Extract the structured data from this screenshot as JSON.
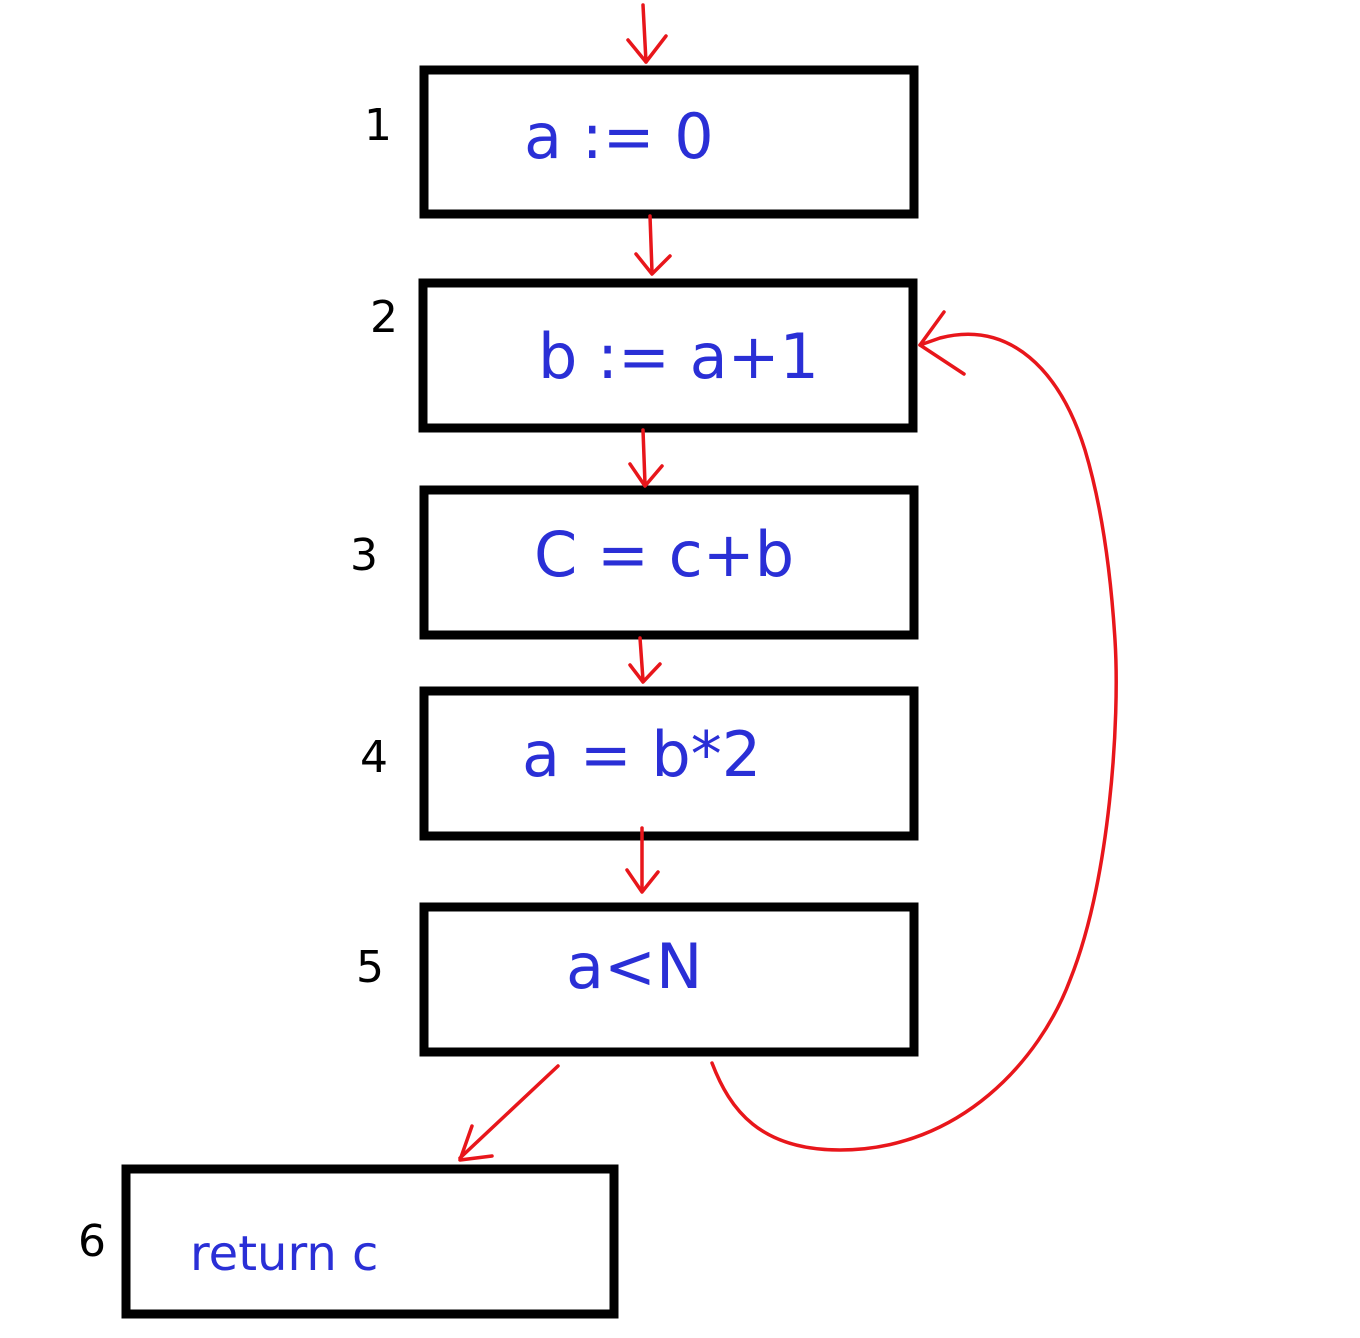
{
  "blocks": [
    {
      "id": "1",
      "label": "1",
      "code": "a := 0"
    },
    {
      "id": "2",
      "label": "2",
      "code": "b := a+1"
    },
    {
      "id": "3",
      "label": "3",
      "code": "C = c+b"
    },
    {
      "id": "4",
      "label": "4",
      "code": "a = b*2"
    },
    {
      "id": "5",
      "label": "5",
      "code": "a<N"
    },
    {
      "id": "6",
      "label": "6",
      "code": "return c"
    }
  ],
  "edges": [
    {
      "from": "entry",
      "to": "1"
    },
    {
      "from": "1",
      "to": "2"
    },
    {
      "from": "2",
      "to": "3"
    },
    {
      "from": "3",
      "to": "4"
    },
    {
      "from": "4",
      "to": "5"
    },
    {
      "from": "5",
      "to": "6"
    },
    {
      "from": "5",
      "to": "2",
      "kind": "back-edge"
    }
  ],
  "colors": {
    "code": "#2a2fd6",
    "edges": "#e8161b",
    "boxes": "#000000"
  }
}
